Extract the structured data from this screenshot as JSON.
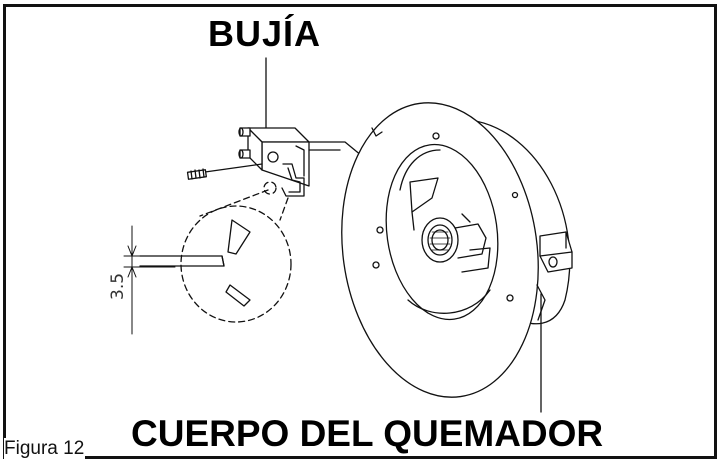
{
  "labels": {
    "spark_plug": "BUJÍA",
    "burner_body": "CUERPO DEL QUEMADOR",
    "figure": "Figura 12",
    "gap_dimension": "3.5"
  },
  "colors": {
    "line": "#111111",
    "background": "#ffffff"
  }
}
